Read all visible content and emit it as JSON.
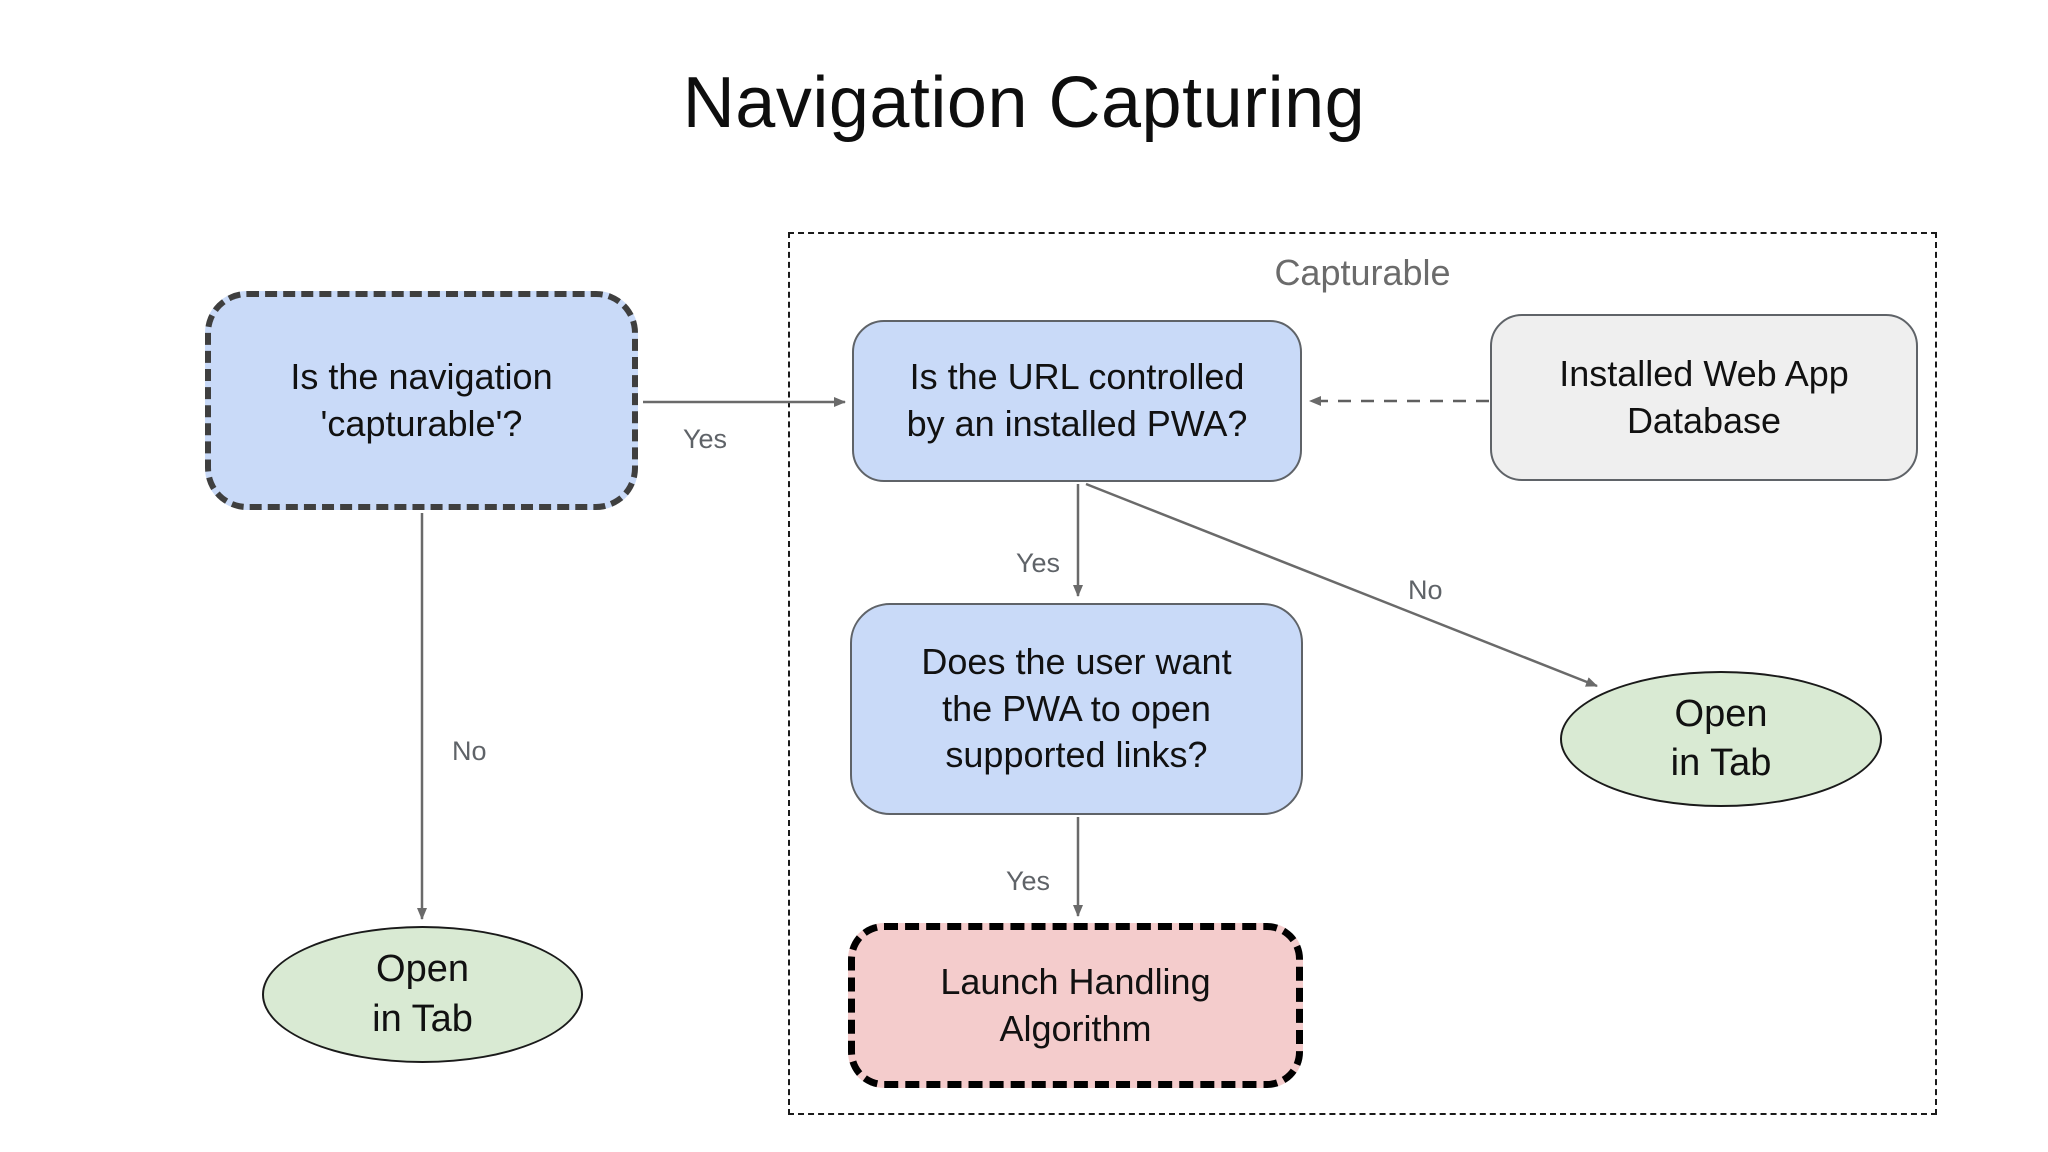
{
  "title": "Navigation Capturing",
  "container": {
    "label": "Capturable"
  },
  "nodes": {
    "capturable_question": {
      "text": "Is the navigation\n'capturable'?",
      "shape": "rounded-rect-dashed",
      "fill": "#c9daf8"
    },
    "url_controlled": {
      "text": "Is the URL controlled\nby an installed PWA?",
      "shape": "rounded-rect",
      "fill": "#c9daf8"
    },
    "database": {
      "text": "Installed Web App\nDatabase",
      "shape": "rounded-rect",
      "fill": "#efefef"
    },
    "user_want": {
      "text": "Does the user want\nthe PWA to open\nsupported links?",
      "shape": "rounded-rect",
      "fill": "#c9daf8"
    },
    "launch_handling": {
      "text": "Launch Handling\nAlgorithm",
      "shape": "rounded-rect-dashed",
      "fill": "#f4cccc"
    },
    "open_tab_left": {
      "text": "Open\nin Tab",
      "shape": "ellipse",
      "fill": "#d9ead3"
    },
    "open_tab_right": {
      "text": "Open\nin Tab",
      "shape": "ellipse",
      "fill": "#d9ead3"
    }
  },
  "edges": {
    "capturable_yes": {
      "label": "Yes",
      "from": "capturable_question",
      "to": "url_controlled",
      "style": "solid"
    },
    "capturable_no": {
      "label": "No",
      "from": "capturable_question",
      "to": "open_tab_left",
      "style": "solid"
    },
    "url_yes": {
      "label": "Yes",
      "from": "url_controlled",
      "to": "user_want",
      "style": "solid"
    },
    "url_no": {
      "label": "No",
      "from": "url_controlled",
      "to": "open_tab_right",
      "style": "solid"
    },
    "user_yes": {
      "label": "Yes",
      "from": "user_want",
      "to": "launch_handling",
      "style": "solid"
    },
    "database_link": {
      "label": "",
      "from": "database",
      "to": "url_controlled",
      "style": "dashed"
    }
  },
  "colors": {
    "node_blue": "#c9daf8",
    "node_green": "#d9ead3",
    "node_pink": "#f4cccc",
    "node_gray": "#efefef",
    "arrow_gray": "#6a6a6a",
    "label_gray": "#6b6b6b"
  }
}
